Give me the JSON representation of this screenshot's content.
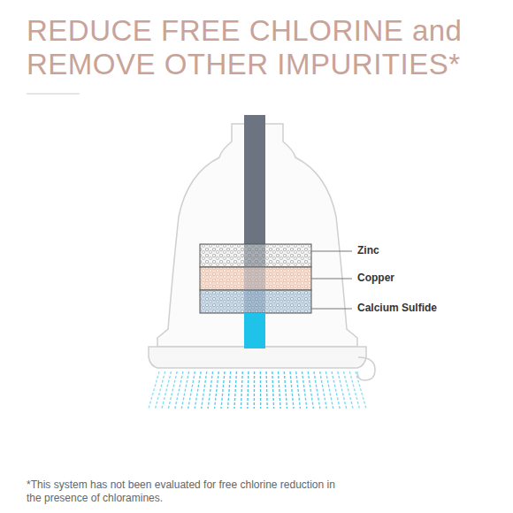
{
  "diagram": {
    "title": "REDUCE FREE CHLORINE and REMOVE OTHER IMPURITIES*",
    "caption": "*This system has not been evaluated for free chlorine reduction in the presence of chloramines.",
    "labels": [
      "Zinc",
      "Copper",
      "Calcium Sulfide"
    ]
  }
}
